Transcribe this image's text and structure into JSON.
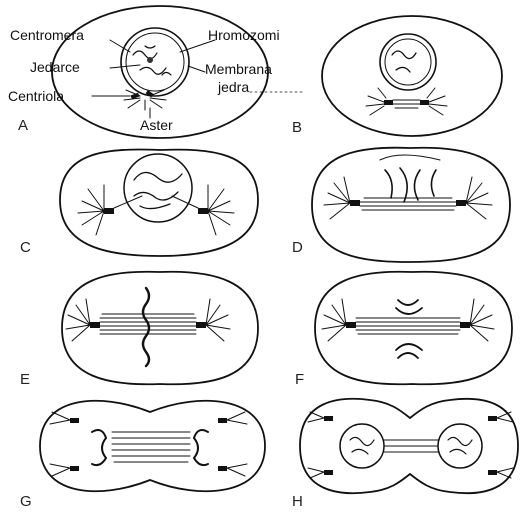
{
  "figure": {
    "labels": {
      "centromera": "Centromera",
      "hromozomi": "Hromozomi",
      "jedarce": "Jedarce",
      "membrana_jedra": "Membrana",
      "membrana_jedra_2": "jedra",
      "centriola": "Centriola",
      "aster": "Aster"
    },
    "panels": [
      {
        "letter": "A"
      },
      {
        "letter": "B"
      },
      {
        "letter": "C"
      },
      {
        "letter": "D"
      },
      {
        "letter": "E"
      },
      {
        "letter": "F"
      },
      {
        "letter": "G"
      },
      {
        "letter": "H"
      }
    ]
  }
}
